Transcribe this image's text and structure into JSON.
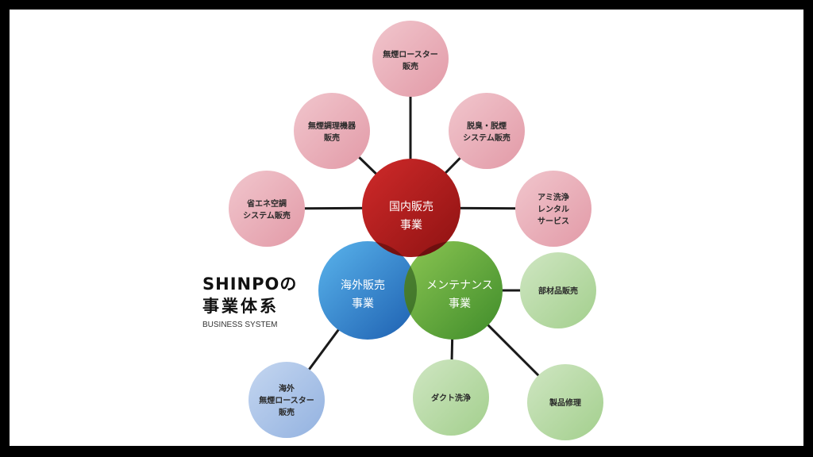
{
  "heading": {
    "title_line1": "SHINPOの",
    "title_line2": "事業体系",
    "subtitle": "BUSINESS SYSTEM"
  },
  "core": {
    "domestic": {
      "line1": "国内販売",
      "line2": "事業",
      "color": "#b81c1c"
    },
    "overseas": {
      "line1": "海外販売",
      "line2": "事業",
      "color": "#2f86d6"
    },
    "maintenance": {
      "line1": "メンテナンス",
      "line2": "事業",
      "color": "#62a83a"
    }
  },
  "domestic_children": [
    {
      "line1": "無煙ロースター",
      "line2": "販売"
    },
    {
      "line1": "無煙調理機器",
      "line2": "販売"
    },
    {
      "line1": "脱臭・脱煙",
      "line2": "システム販売"
    },
    {
      "line1": "省エネ空調",
      "line2": "システム販売"
    },
    {
      "line1": "アミ洗浄",
      "line2": "レンタル",
      "line3": "サービス"
    }
  ],
  "overseas_children": [
    {
      "line1": "海外",
      "line2": "無煙ロースター",
      "line3": "販売"
    }
  ],
  "maintenance_children": [
    {
      "line1": "部材品販売"
    },
    {
      "line1": "ダクト洗浄"
    },
    {
      "line1": "製品修理"
    }
  ],
  "colors": {
    "pink": "#e8a9b4",
    "lightblue": "#a9c3e6",
    "lightgreen": "#b7d9a6"
  }
}
